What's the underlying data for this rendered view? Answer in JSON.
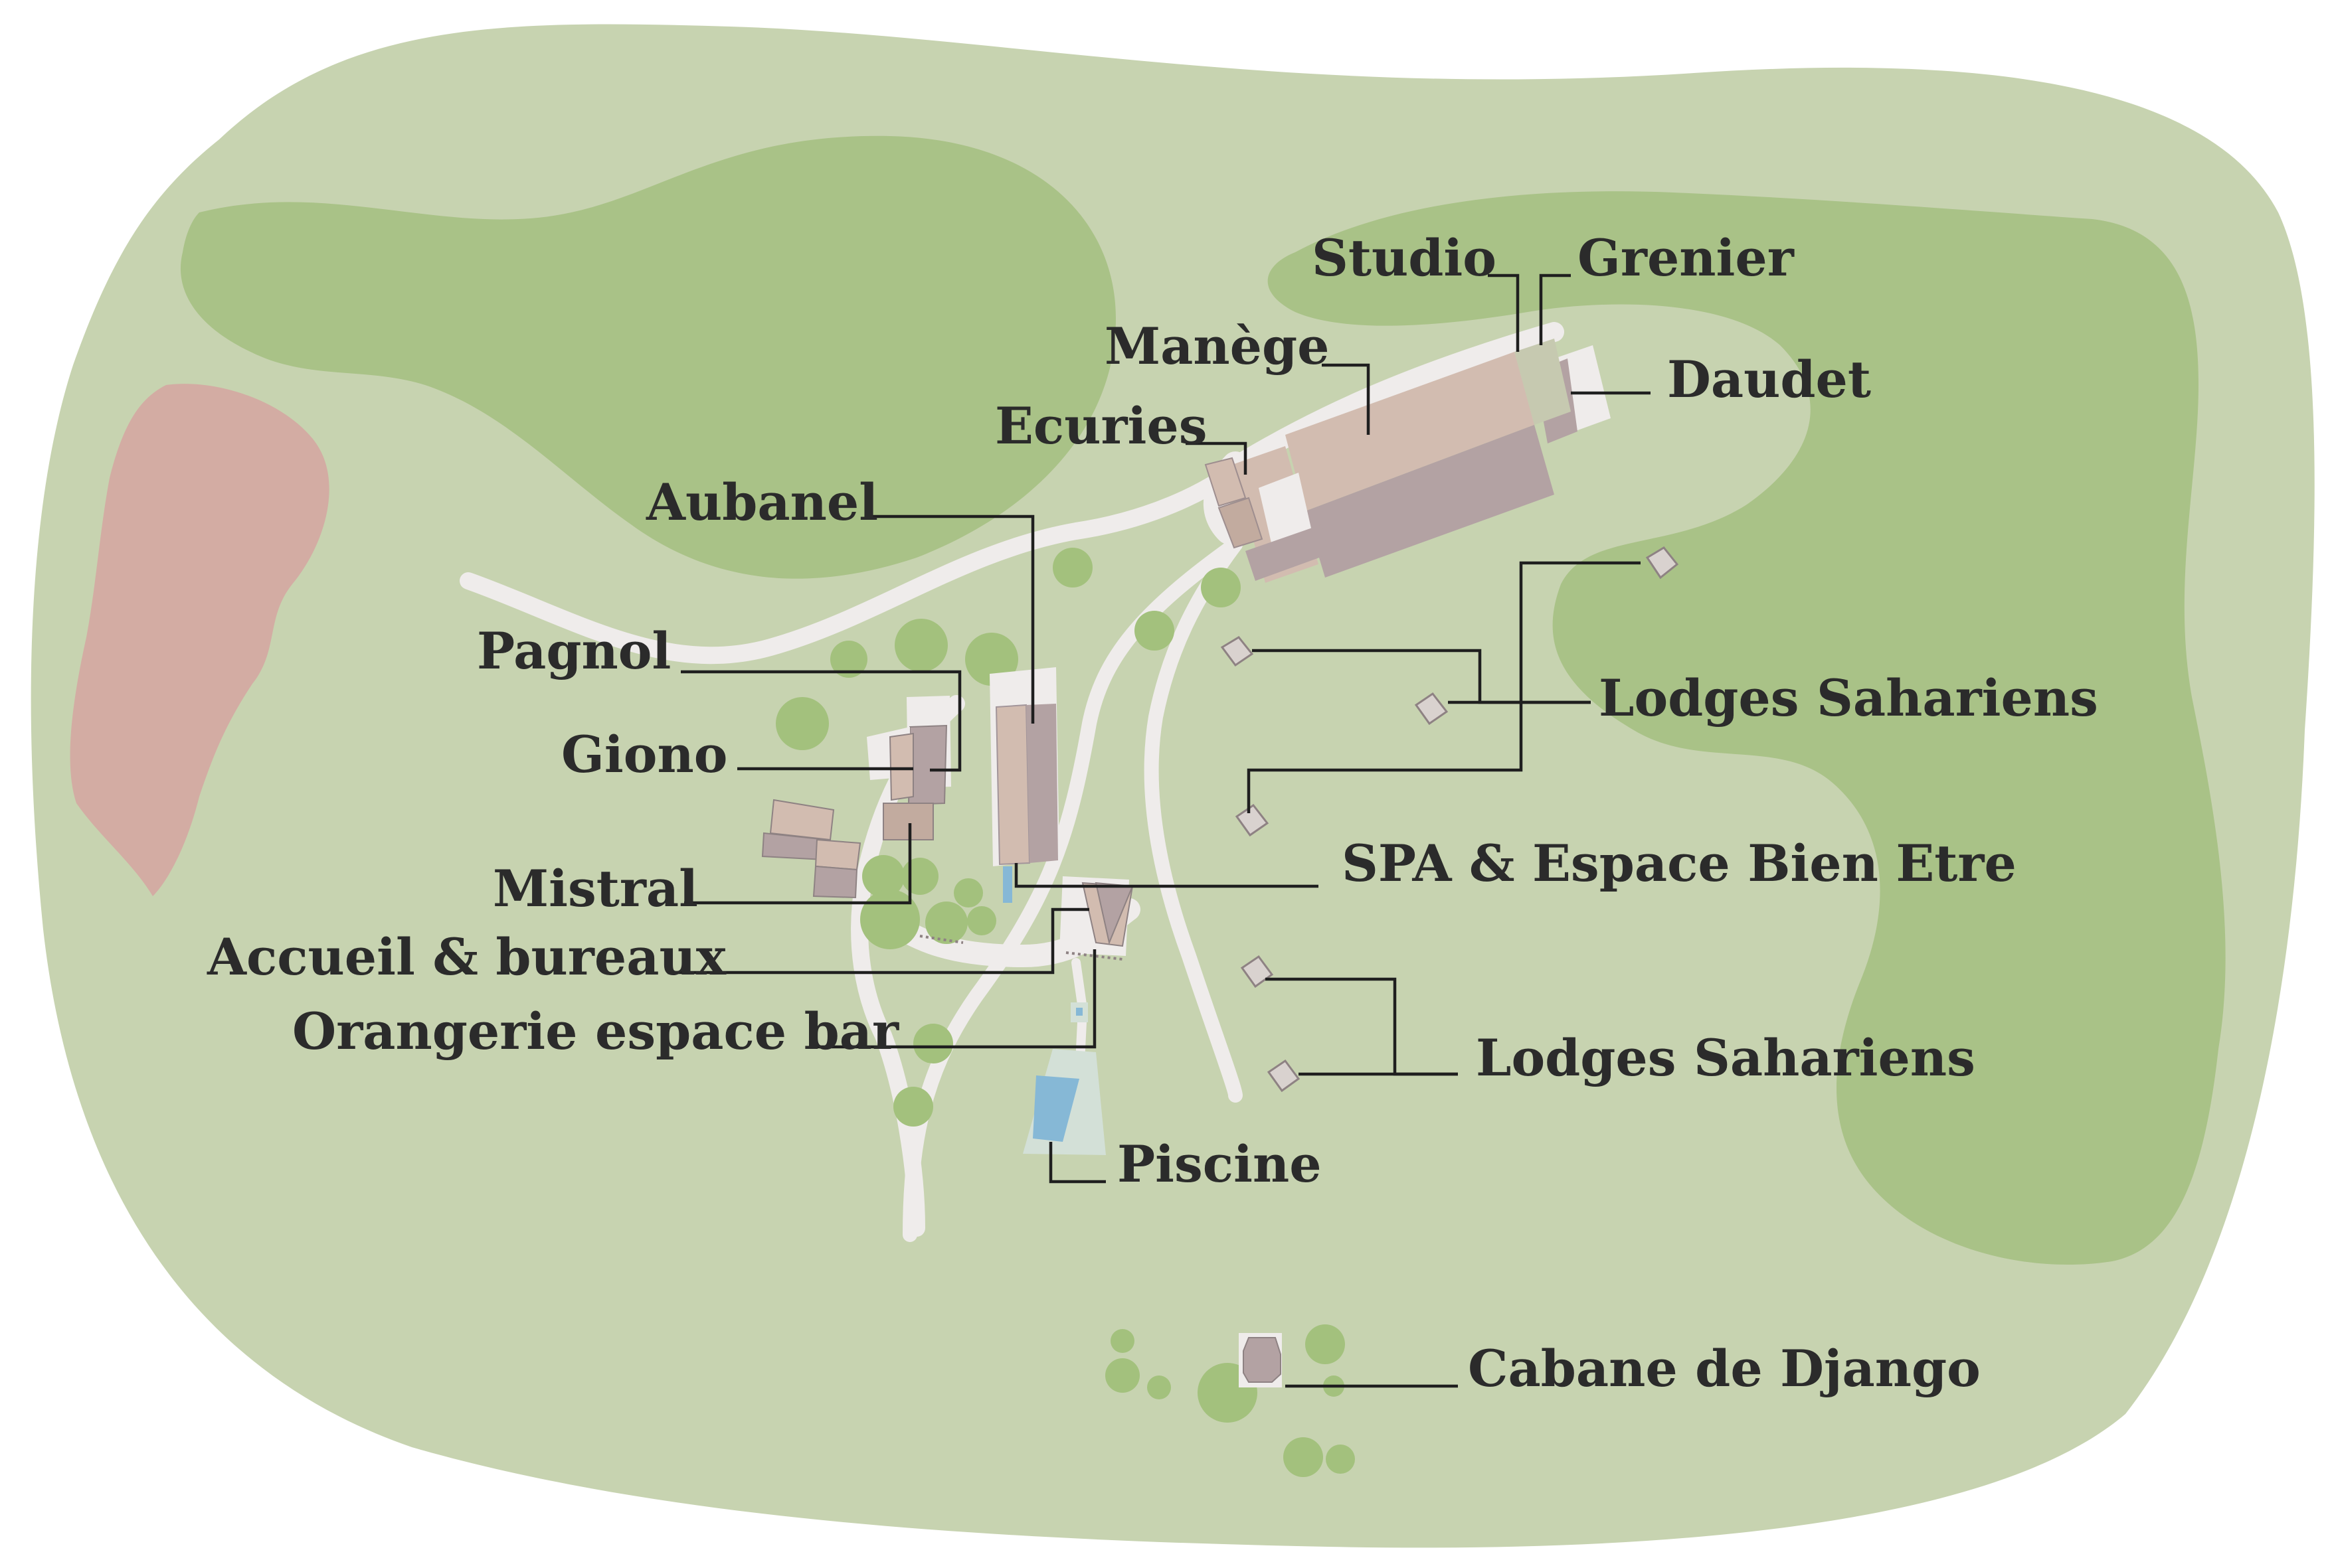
{
  "colors": {
    "meadow": "#c7d3b0",
    "woodland": "#a9c287",
    "field_red": "#d3aca3",
    "path": "#efeceb",
    "roof_light": "#d2bcb0",
    "roof_dark": "#b3a2a3",
    "roof_pale": "#c6c9b0",
    "tree": "#a3c17d",
    "pool": "#86b8d6",
    "pool_deck": "#d3e0d7",
    "leader": "#1f1f1f",
    "label": "#2b2b2b"
  },
  "labels": {
    "studio": "Studio",
    "grenier": "Grenier",
    "manege": "Manège",
    "daudet": "Daudet",
    "ecuries": "Ecuries",
    "aubanel": "Aubanel",
    "pagnol": "Pagnol",
    "giono": "Giono",
    "lodges_1": "Lodges Sahariens",
    "mistral": "Mistral",
    "spa": "SPA & Espace Bien Etre",
    "accueil": "Accueil & bureaux",
    "orangerie": "Orangerie espace bar",
    "lodges_2": "Lodges Sahariens",
    "piscine": "Piscine",
    "cabane": "Cabane de Django"
  }
}
